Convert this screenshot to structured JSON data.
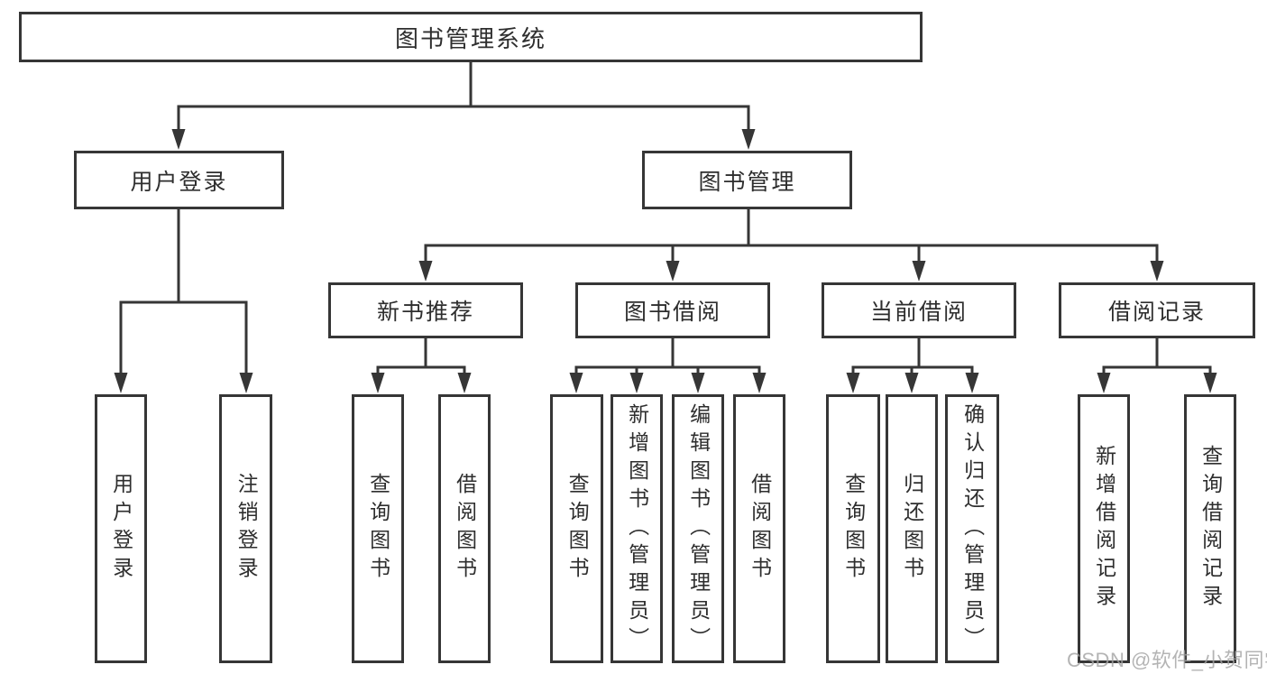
{
  "diagram_title": "图书管理系统",
  "nodes": {
    "root": "图书管理系统",
    "user_login": "用户登录",
    "book_mgmt": "图书管理",
    "new_book_rec": "新书推荐",
    "book_borrow": "图书借阅",
    "current_borrow": "当前借阅",
    "borrow_record": "借阅记录",
    "ul_login": "用户登录",
    "ul_logout": "注销登录",
    "nb_query": "查询图书",
    "nb_borrow": "借阅图书",
    "bb_query": "查询图书",
    "bb_add": "新增图书（管理员）",
    "bb_edit": "编辑图书（管理员）",
    "bb_borrow": "借阅图书",
    "cb_query": "查询图书",
    "cb_return": "归还图书",
    "cb_confirm": "确认归还（管理员）",
    "br_add": "新增借阅记录",
    "br_query": "查询借阅记录"
  },
  "hierarchy": {
    "图书管理系统": {
      "用户登录": [
        "用户登录",
        "注销登录"
      ],
      "图书管理": {
        "新书推荐": [
          "查询图书",
          "借阅图书"
        ],
        "图书借阅": [
          "查询图书",
          "新增图书（管理员）",
          "编辑图书（管理员）",
          "借阅图书"
        ],
        "当前借阅": [
          "查询图书",
          "归还图书",
          "确认归还（管理员）"
        ],
        "借阅记录": [
          "新增借阅记录",
          "查询借阅记录"
        ]
      }
    }
  },
  "watermark": "CSDN @软件_小贺同学",
  "colors": {
    "line": "#363636",
    "text": "#2e2e2e",
    "box_fill": "#ffffff",
    "watermark": "#a4a4a4"
  }
}
